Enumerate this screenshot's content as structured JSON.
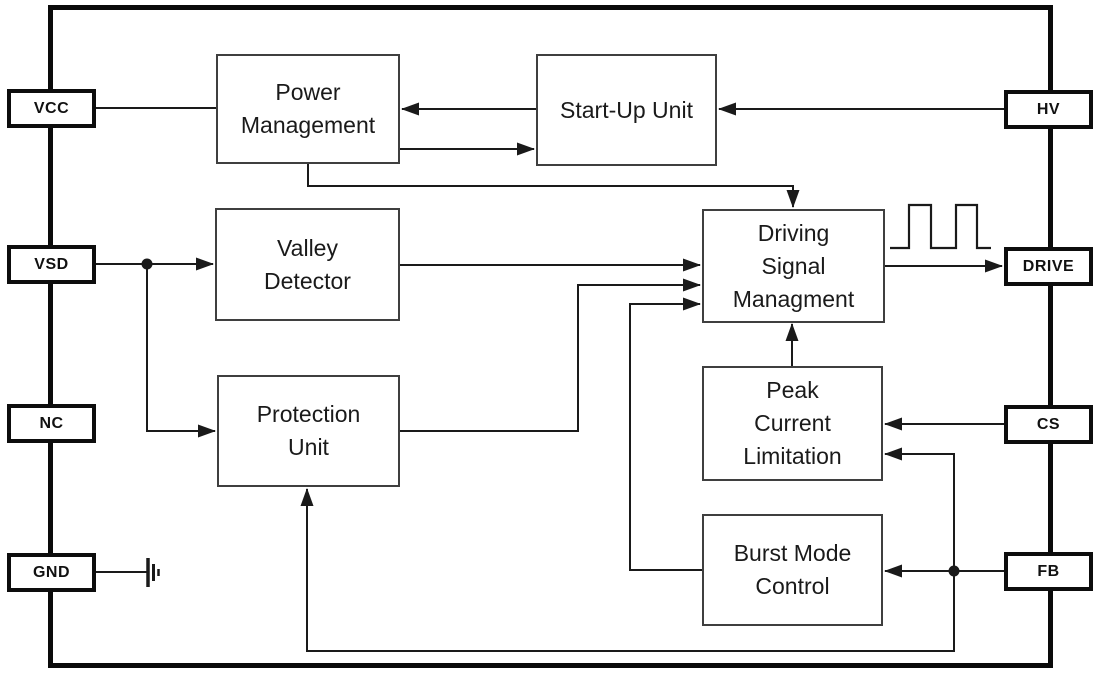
{
  "diagram": {
    "type": "ic-block-diagram",
    "pins": {
      "vcc": "VCC",
      "vsd": "VSD",
      "nc": "NC",
      "gnd": "GND",
      "hv": "HV",
      "drive": "DRIVE",
      "cs": "CS",
      "fb": "FB"
    },
    "blocks": {
      "power_management": "Power\nManagement",
      "startup_unit": "Start-Up Unit",
      "valley_detector": "Valley\nDetector",
      "protection_unit": "Protection\nUnit",
      "driving_signal_management": "Driving\nSignal\nManagment",
      "peak_current_limitation": "Peak\nCurrent\nLimitation",
      "burst_mode_control": "Burst Mode\nControl"
    },
    "icons": {
      "ground": "ground-symbol",
      "waveform": "pwm-square-wave"
    },
    "connections": [
      {
        "from": "VCC",
        "to": "power_management",
        "arrow": false
      },
      {
        "from": "HV",
        "to": "startup_unit",
        "arrow": true
      },
      {
        "from": "startup_unit",
        "to": "power_management",
        "arrow": true
      },
      {
        "from": "power_management",
        "to": "startup_unit",
        "arrow": true
      },
      {
        "from": "power_management",
        "to": "driving_signal_management",
        "arrow": true
      },
      {
        "from": "VSD",
        "to": "valley_detector",
        "arrow": true
      },
      {
        "from": "VSD",
        "to": "protection_unit",
        "arrow": true
      },
      {
        "from": "valley_detector",
        "to": "driving_signal_management",
        "arrow": true
      },
      {
        "from": "protection_unit",
        "to": "driving_signal_management",
        "arrow": true
      },
      {
        "from": "burst_mode_control",
        "to": "driving_signal_management",
        "arrow": true
      },
      {
        "from": "peak_current_limitation",
        "to": "driving_signal_management",
        "arrow": true
      },
      {
        "from": "driving_signal_management",
        "to": "DRIVE",
        "arrow": true
      },
      {
        "from": "CS",
        "to": "peak_current_limitation",
        "arrow": true
      },
      {
        "from": "FB",
        "to": "burst_mode_control",
        "arrow": true
      },
      {
        "from": "FB",
        "to": "peak_current_limitation",
        "arrow": true
      },
      {
        "from": "FB",
        "to": "protection_unit",
        "arrow": true
      },
      {
        "from": "GND",
        "to": "ground_symbol",
        "arrow": false
      }
    ],
    "colors": {
      "background": "#ffffff",
      "wire": "#1a1a1a",
      "block_border": "#3f3f3f",
      "chip_border": "#0a0a0a",
      "text": "#1a1a1a"
    }
  }
}
